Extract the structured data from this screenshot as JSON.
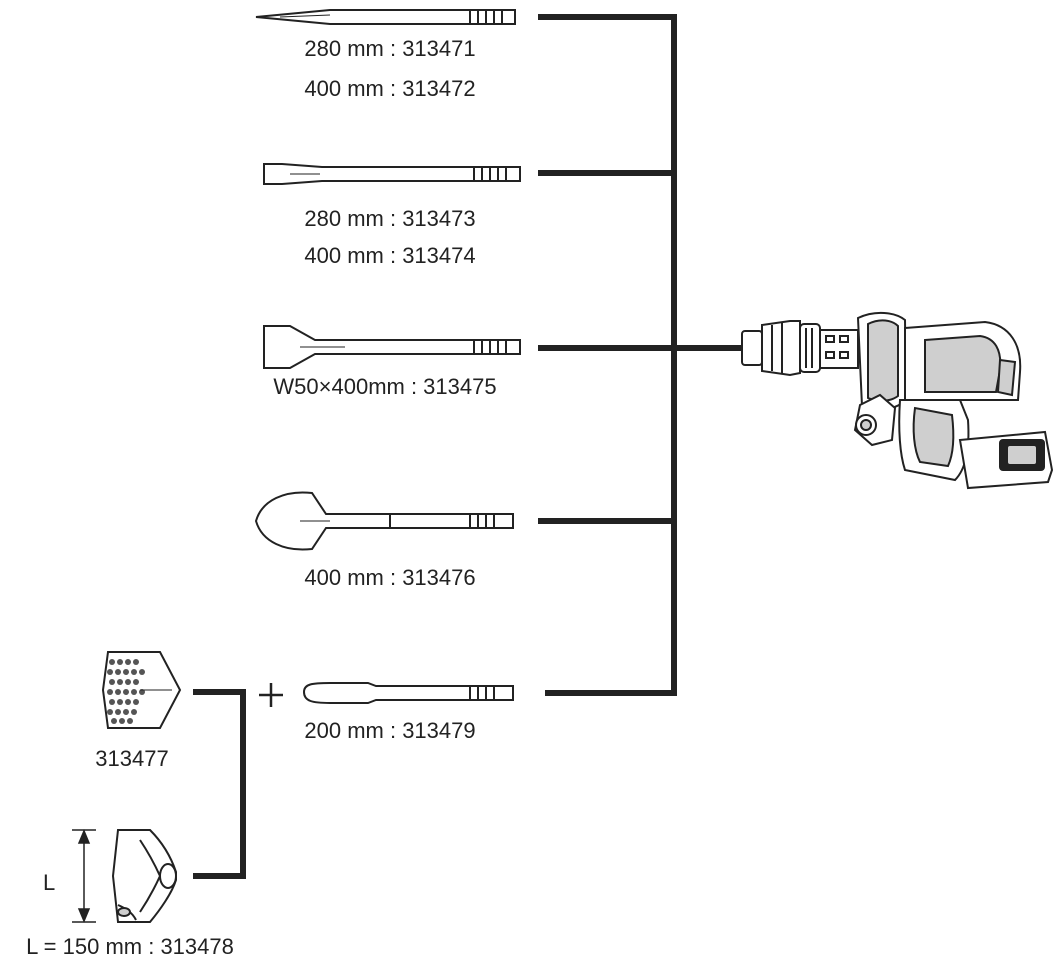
{
  "accessories": [
    {
      "name": "bull-point",
      "codes": [
        "280 mm : 313471",
        "400 mm : 313472"
      ]
    },
    {
      "name": "cold-chisel",
      "codes": [
        "280 mm : 313473",
        "400 mm : 313474"
      ]
    },
    {
      "name": "scaling-chisel",
      "codes": [
        "W50×400mm : 313475"
      ]
    },
    {
      "name": "clay-spade",
      "codes": [
        "400 mm : 313476"
      ]
    },
    {
      "name": "shank-adapter",
      "codes": [
        "200 mm : 313479"
      ]
    },
    {
      "name": "bushing-tool",
      "codes": [
        "313477"
      ]
    },
    {
      "name": "tamper-plate",
      "codes": [
        "L = 150 mm : 313478"
      ],
      "dimension_label": "L"
    }
  ],
  "colors": {
    "line": "#222222",
    "fill": "#ffffff",
    "shade": "#cfcfcf"
  },
  "icons": [
    "pointed-chisel-icon",
    "flat-chisel-icon",
    "wide-chisel-icon",
    "spade-chisel-icon",
    "adapter-shank-icon",
    "bush-hammer-head-icon",
    "tamper-plate-icon",
    "demolition-hammer-icon",
    "plus-icon"
  ]
}
